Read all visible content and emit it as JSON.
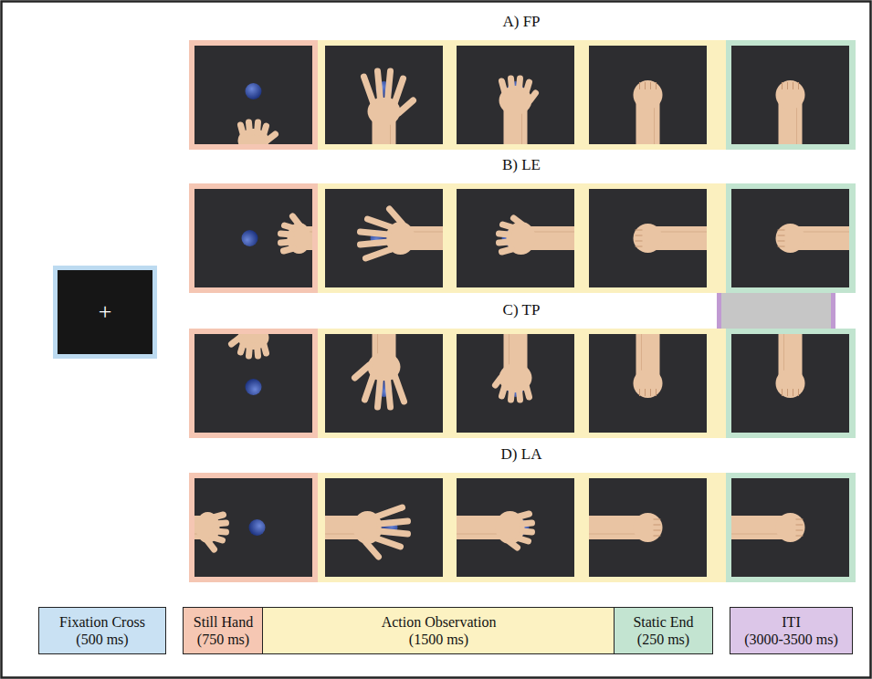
{
  "diagram": {
    "nodes": [
      {
        "text": [
          "+"
        ]
      },
      {
        "text": [
          "Fixation Cross",
          "(500 ms)"
        ]
      },
      {
        "text": [
          "Still Hand",
          "(750 ms)"
        ]
      },
      {
        "text": [
          "Action Observation",
          "(1500 ms)"
        ]
      },
      {
        "text": [
          "Static End",
          "(250 ms)"
        ]
      },
      {
        "text": [
          "ITI",
          "(3000-3500 ms)"
        ]
      }
    ],
    "labels": [
      "A) FP",
      "B) LE",
      "C) TP",
      "D) LA"
    ]
  }
}
